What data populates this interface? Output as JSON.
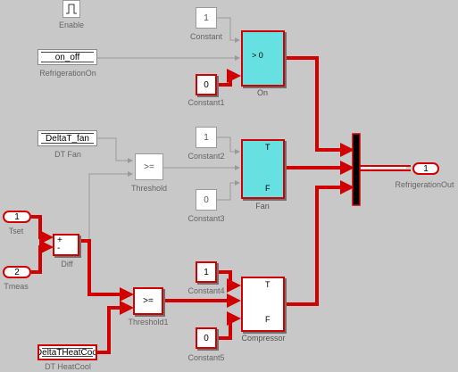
{
  "colors": {
    "background": "#c8c8c8",
    "active_signal": "#d00000",
    "inactive_signal": "#9a9a9a",
    "highlight_block": "#66e0e0",
    "mux": "#000000"
  },
  "blocks": {
    "enable": {
      "icon": "pulse-icon",
      "label": "Enable"
    },
    "constant": {
      "value": "1",
      "label": "Constant"
    },
    "on_off_from": {
      "value": "on_off",
      "label": "RefrigerationOn"
    },
    "constant1": {
      "value": "0",
      "label": "Constant1"
    },
    "on_switch": {
      "criterion": "> 0",
      "label": "On"
    },
    "deltat_fan_from": {
      "value": "DeltaT_fan",
      "label": "DT Fan"
    },
    "constant2": {
      "value": "1",
      "label": "Constant2"
    },
    "threshold": {
      "op": ">=",
      "label": "Threshold"
    },
    "fan_switch": {
      "true_label": "T",
      "false_label": "F",
      "label": "Fan"
    },
    "constant3": {
      "value": "0",
      "label": "Constant3"
    },
    "tset_in": {
      "port": "1",
      "label": "Tset"
    },
    "tmeas_in": {
      "port": "2",
      "label": "Tmeas"
    },
    "diff": {
      "plus": "+",
      "minus": "-",
      "label": "Diff"
    },
    "constant4": {
      "value": "1",
      "label": "Constant4"
    },
    "threshold1": {
      "op": ">=",
      "label": "Threshold1"
    },
    "compressor_switch": {
      "true_label": "T",
      "false_label": "F",
      "label": "Compressor"
    },
    "constant5": {
      "value": "0",
      "label": "Constant5"
    },
    "dtheatcool_from": {
      "value": "DeltaTHeatCool",
      "label": "DT HeatCool"
    },
    "refrigeration_out": {
      "port": "1",
      "label": "RefrigerationOut"
    }
  }
}
